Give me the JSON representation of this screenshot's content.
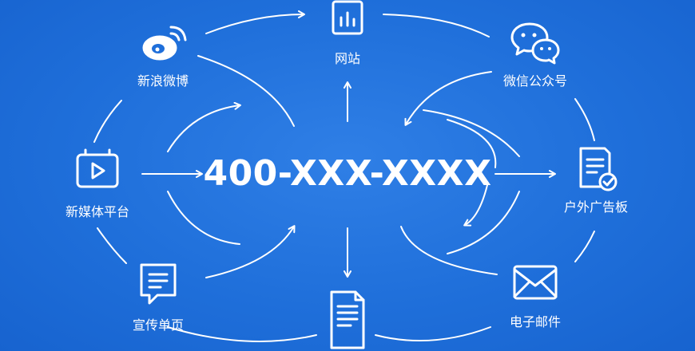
{
  "center": {
    "phone": "400-XXX-XXXX"
  },
  "channels": {
    "website": {
      "label": "网站",
      "icon": "bar-chart-window-icon"
    },
    "weibo": {
      "label": "新浪微博",
      "icon": "weibo-icon"
    },
    "wechat": {
      "label": "微信公众号",
      "icon": "wechat-icon"
    },
    "new_media": {
      "label": "新媒体平台",
      "icon": "video-player-icon"
    },
    "outdoor": {
      "label": "户外广告板",
      "icon": "document-check-icon"
    },
    "flyer": {
      "label": "宣传单页",
      "icon": "chat-document-icon"
    },
    "email": {
      "label": "电子邮件",
      "icon": "envelope-icon"
    },
    "print": {
      "icon": "document-icon"
    }
  },
  "colors": {
    "background": "#1f6fda",
    "foreground": "#ffffff"
  }
}
